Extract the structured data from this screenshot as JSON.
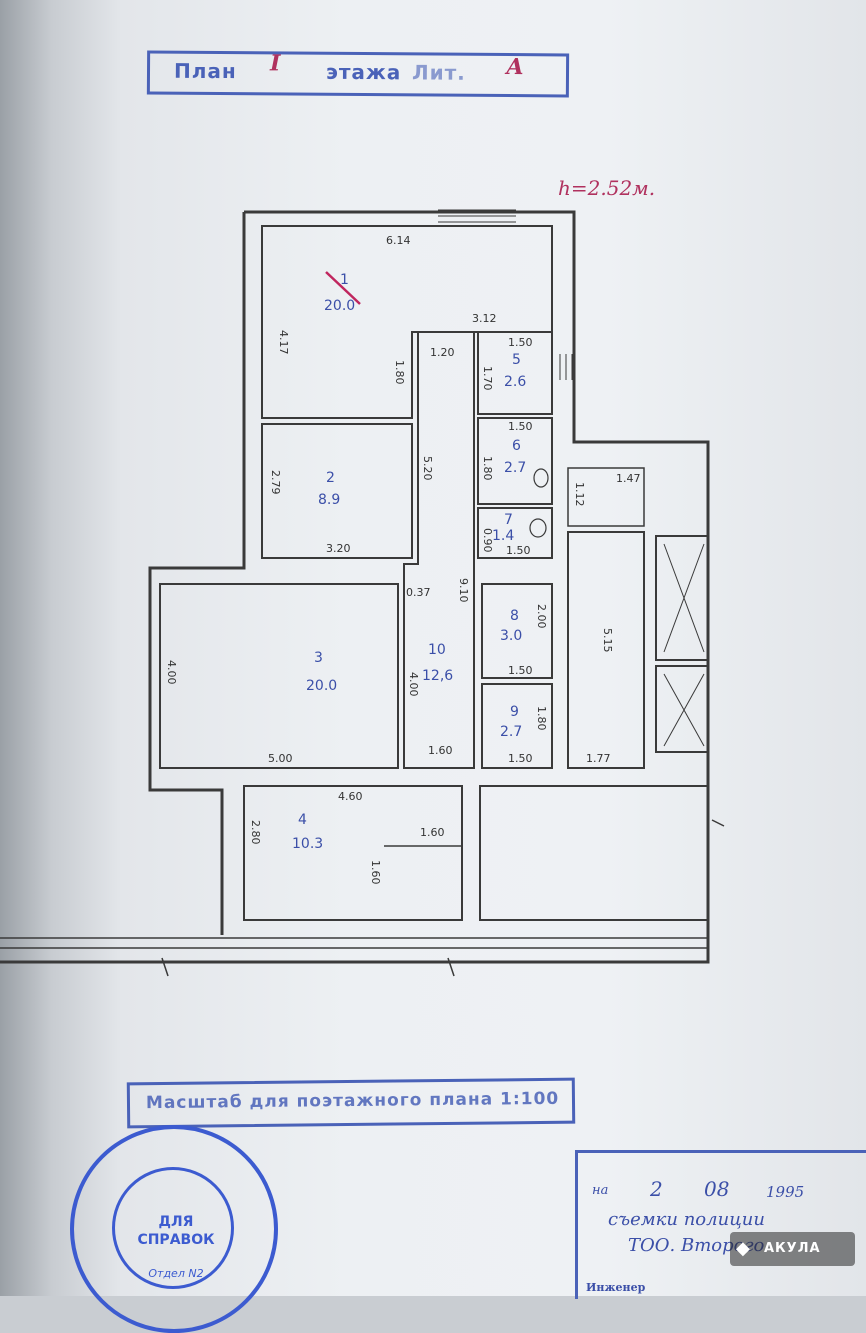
{
  "title_stamp": {
    "word1": "План",
    "floor": "I",
    "word2": "этажа",
    "lit": "Лит.",
    "letter": "А"
  },
  "ceiling_height": "h=2.52м.",
  "rooms": [
    {
      "num": "1",
      "area": "20.0"
    },
    {
      "num": "2",
      "area": "8.9"
    },
    {
      "num": "3",
      "area": "20.0"
    },
    {
      "num": "4",
      "area": "10.3"
    },
    {
      "num": "5",
      "area": "2.6"
    },
    {
      "num": "6",
      "area": "2.7"
    },
    {
      "num": "7",
      "area": "1.4"
    },
    {
      "num": "8",
      "area": "3.0"
    },
    {
      "num": "9",
      "area": "2.7"
    },
    {
      "num": "10",
      "area": "12,6"
    }
  ],
  "dims": {
    "r1_top": "6.14",
    "r1_left": "4.17",
    "r1_right": "1.80",
    "corr_top": "3.12",
    "corr_w": "1.20",
    "r5_top": "1.50",
    "r5_side": "1.70",
    "r6_top": "1.50",
    "r6_side": "1.80",
    "r7_side": "0.90",
    "r7_bot": "1.50",
    "r2_left": "2.79",
    "r2_right": "5.20",
    "r2_bot": "3.20",
    "small_left": "1.12",
    "small_right": "1.47",
    "long_side": "5.15",
    "long_bot": "1.77",
    "corr_len": "9.10",
    "wall": "0.37",
    "r8_side": "2.00",
    "r8_bot": "1.50",
    "r9_side": "1.80",
    "r9_bot": "1.50",
    "r3_left": "4.00",
    "r3_right": "4.00",
    "r3_bot": "5.00",
    "corr_bot": "1.60",
    "r4_top": "4.60",
    "r4_left": "2.80",
    "r4_inner_top": "1.60",
    "r4_inner_side": "1.60"
  },
  "scale_stamp": "Масштаб для поэтажного плана 1:100",
  "round_stamp": {
    "center1": "ДЛЯ",
    "center2": "СПРАВОК",
    "center3": "Отдел N2"
  },
  "date_stamp": {
    "prefix": "на",
    "day": "2",
    "month": "08",
    "year": "1995",
    "line2": "съемки полиции",
    "line3": "ТОО. Второго",
    "engineer": "Инженер"
  },
  "watermark": "АКУЛА",
  "colors": {
    "stamp_blue": "#4a62b8",
    "handwriting": "#b0315e",
    "area_blue": "#3b4fa8"
  }
}
